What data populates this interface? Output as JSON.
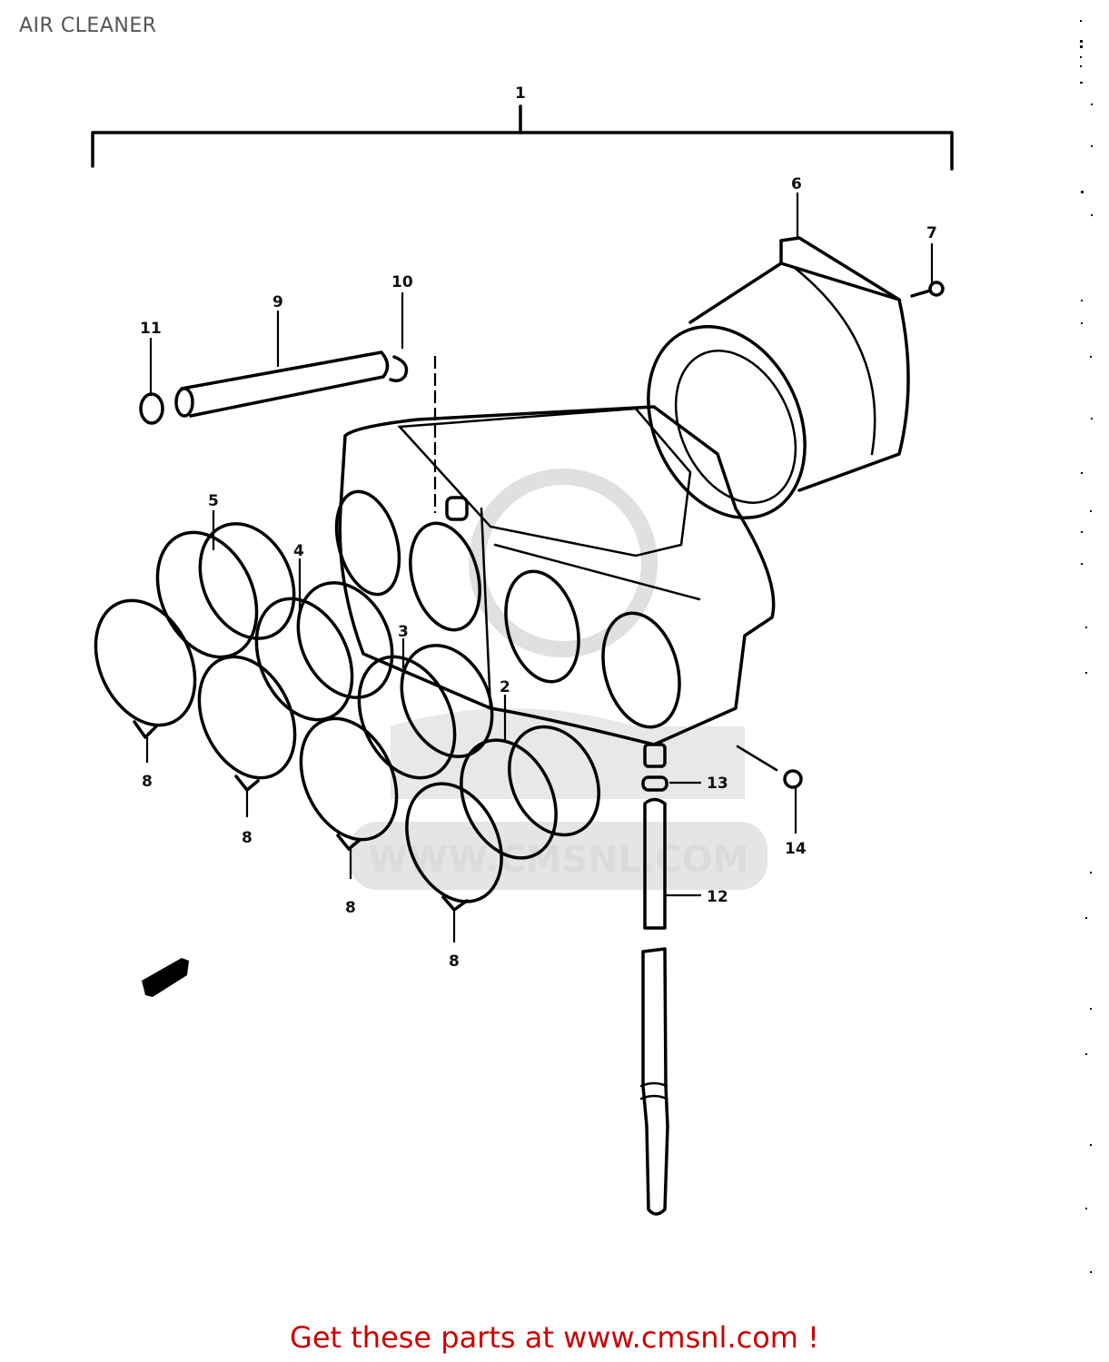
{
  "page": {
    "title": "AIR CLEANER",
    "promo_text": "Get these parts at www.cmsnl.com !",
    "promo_color": "#cc0000",
    "title_color": "#555555"
  },
  "watermark": {
    "text": "WWW.CMSNL.COM",
    "color": "#d8d8d8"
  },
  "callouts": [
    {
      "id": "1",
      "label": "1",
      "part": "air-cleaner-assembly"
    },
    {
      "id": "2",
      "label": "2",
      "part": "intake-boot-cyl-1"
    },
    {
      "id": "3",
      "label": "3",
      "part": "intake-boot-cyl-2"
    },
    {
      "id": "4",
      "label": "4",
      "part": "intake-boot-cyl-3"
    },
    {
      "id": "5",
      "label": "5",
      "part": "intake-boot-cyl-4"
    },
    {
      "id": "6",
      "label": "6",
      "part": "air-filter-element"
    },
    {
      "id": "7",
      "label": "7",
      "part": "screw"
    },
    {
      "id": "8",
      "label": "8",
      "part": "clamp"
    },
    {
      "id": "9",
      "label": "9",
      "part": "breather-hose"
    },
    {
      "id": "10",
      "label": "10",
      "part": "hose-clip"
    },
    {
      "id": "11",
      "label": "11",
      "part": "hose-clip"
    },
    {
      "id": "12",
      "label": "12",
      "part": "drain-hose"
    },
    {
      "id": "13",
      "label": "13",
      "part": "clamp"
    },
    {
      "id": "14",
      "label": "14",
      "part": "screw"
    }
  ],
  "front_arrow": {
    "icon": "front-direction-arrow-icon"
  }
}
